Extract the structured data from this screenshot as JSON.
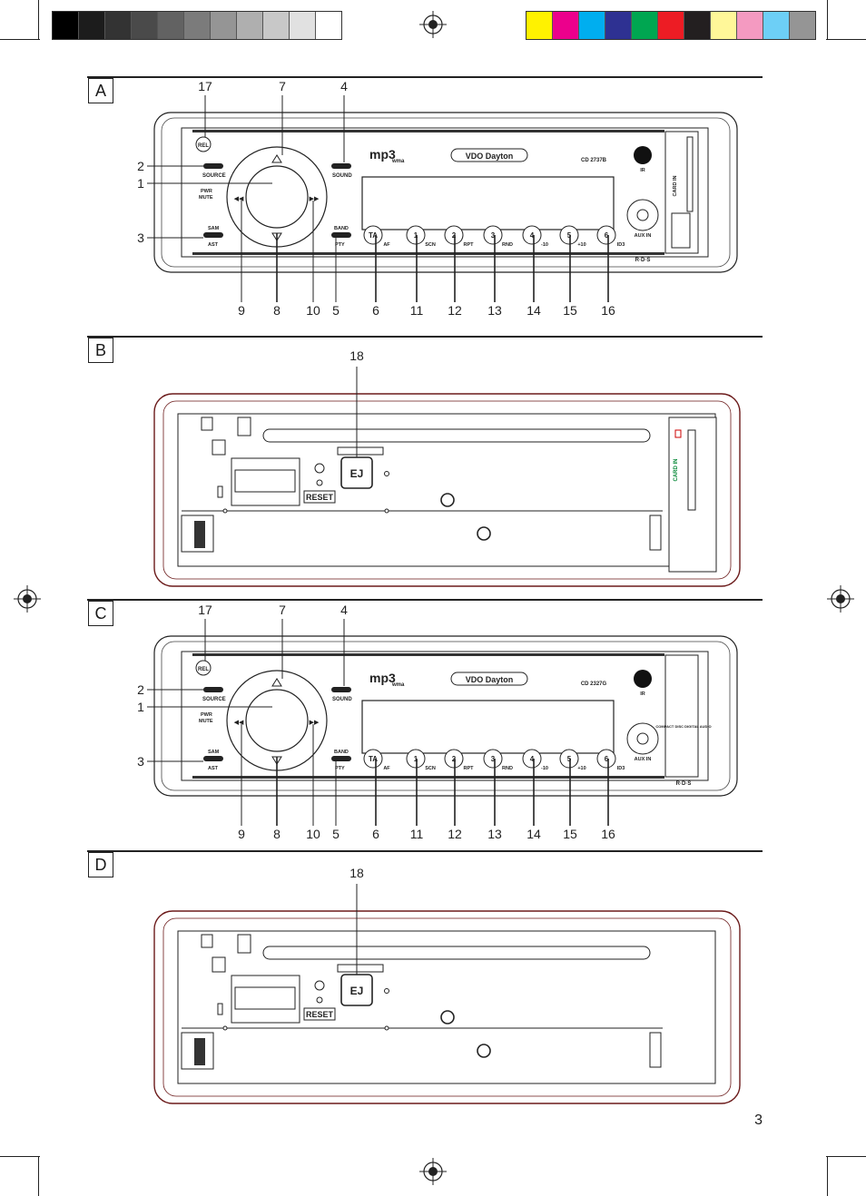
{
  "page_number": "3",
  "color_bars": {
    "gray": [
      "#000000",
      "#1c1c1c",
      "#333333",
      "#4a4a4a",
      "#626262",
      "#7b7b7b",
      "#959595",
      "#afafaf",
      "#c8c8c8",
      "#e1e1e1",
      "#ffffff"
    ],
    "color": [
      "#fff200",
      "#ec008c",
      "#00aeef",
      "#2e3192",
      "#00a651",
      "#ed1c24",
      "#231f20",
      "#fff799",
      "#f49ac1",
      "#6dcff6",
      "#959595"
    ]
  },
  "sections": {
    "A": {
      "label": "A",
      "model": "CD 2737B",
      "callouts_top": [
        "17",
        "7",
        "4"
      ],
      "callouts_left": [
        "2",
        "1",
        "3"
      ],
      "callouts_bottom": [
        "9",
        "8",
        "10",
        "5",
        "6",
        "11",
        "12",
        "13",
        "14",
        "15",
        "16"
      ]
    },
    "B": {
      "label": "B",
      "callout": "18"
    },
    "C": {
      "label": "C",
      "model": "CD 2327G",
      "callouts_top": [
        "17",
        "7",
        "4"
      ],
      "callouts_left": [
        "2",
        "1",
        "3"
      ],
      "callouts_bottom": [
        "9",
        "8",
        "10",
        "5",
        "6",
        "11",
        "12",
        "13",
        "14",
        "15",
        "16"
      ]
    },
    "D": {
      "label": "D",
      "callout": "18"
    }
  },
  "front_panel": {
    "rel": "REL",
    "source": "SOURCE",
    "sound": "SOUND",
    "pwr": "PWR",
    "mute": "MUTE",
    "sam": "SAM",
    "ast": "AST",
    "band": "BAND",
    "pty": "PTY",
    "mp3": "mp3",
    "wma": "wma",
    "brand": "VDO Dayton",
    "ir": "IR",
    "aux_in": "AUX IN",
    "card_in": "CARD IN",
    "rds": "R·D·S",
    "ta": "TA",
    "preset_numbers": [
      "1",
      "2",
      "3",
      "4",
      "5",
      "6"
    ],
    "preset_functions": [
      "AF",
      "SCN",
      "RPT",
      "RND",
      "-10",
      "+10",
      "ID3"
    ],
    "compact_disc": "COMPACT DISC DIGITAL AUDIO"
  },
  "back_panel": {
    "ej": "EJ",
    "reset": "RESET",
    "card_in": "CARD IN"
  }
}
